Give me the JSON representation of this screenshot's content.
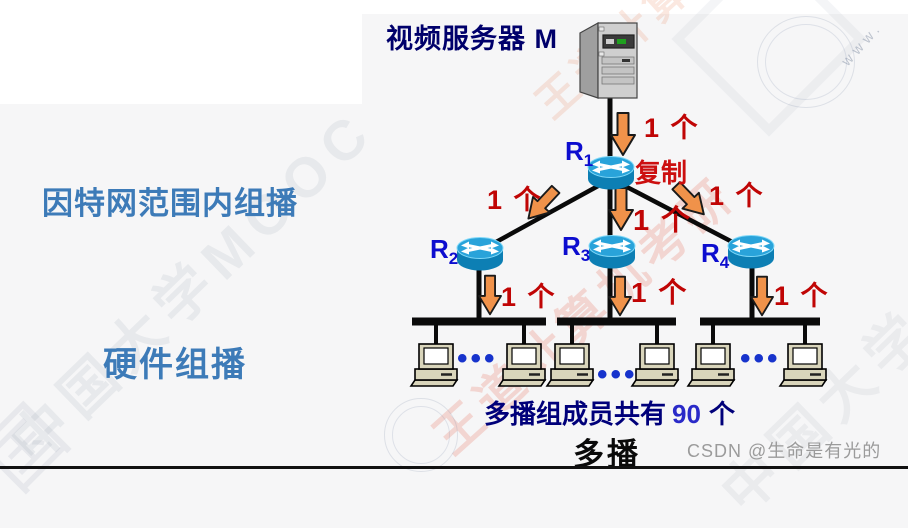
{
  "header": {
    "title": "视频服务器 M"
  },
  "side_labels": {
    "internet_multicast": "因特网范围内组播",
    "hardware_multicast": "硬件组播"
  },
  "tree": {
    "duplicate_label": "复制",
    "unit_label": "1 个",
    "routers": [
      {
        "base": "R",
        "sub": "1"
      },
      {
        "base": "R",
        "sub": "2"
      },
      {
        "base": "R",
        "sub": "3"
      },
      {
        "base": "R",
        "sub": "4"
      }
    ]
  },
  "lans": {
    "ellipsis": "•••"
  },
  "footer": {
    "members_prefix": "多播组成员共有",
    "members_count": "90",
    "members_suffix": "个",
    "multicast": "多播",
    "csdn": "CSDN @生命是有光的"
  },
  "watermarks": {
    "mooc": "中国大学MOOC",
    "wangdao": "王道计算机考研",
    "www": "www.",
    "corner_char": "国"
  },
  "colors": {
    "background": "#f6f6f7",
    "title_navy": "#00006b",
    "router_label_blue": "#0d0dcf",
    "red_annotation": "#c00505",
    "arrow_orange": "#f0924a",
    "steel_blue_serif": "#3d7bb8",
    "router_body_blue": "#0d7fb4",
    "router_top_blue": "#29a3da",
    "pc_beige": "#d9d5bb",
    "dots_blue": "#1733cc",
    "count_blue": "#2a2ac8",
    "csdn_gray": "#9b9b9b"
  }
}
